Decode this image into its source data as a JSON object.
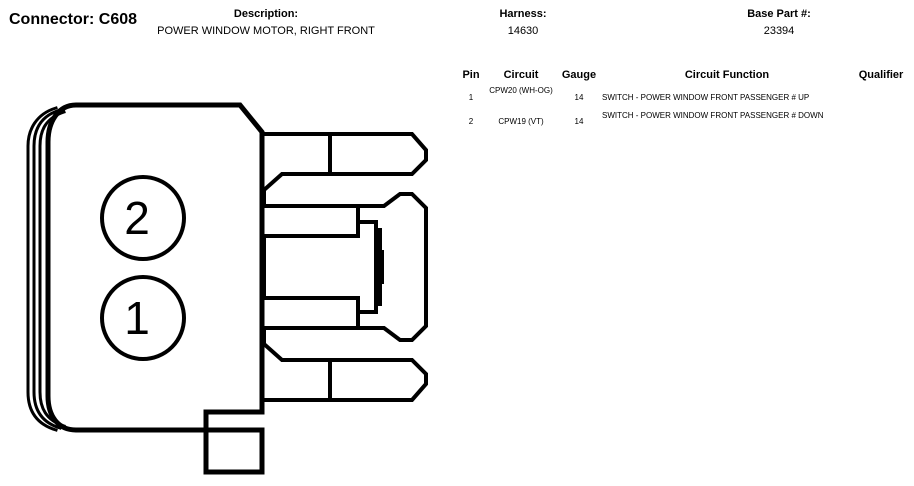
{
  "connector": {
    "title": "Connector: C608",
    "description_label": "Description:",
    "description_value": "POWER WINDOW MOTOR, RIGHT FRONT",
    "harness_label": "Harness:",
    "harness_value": "14630",
    "base_part_label": "Base Part #:",
    "base_part_value": "23394"
  },
  "table": {
    "headers": {
      "pin": "Pin",
      "circuit": "Circuit",
      "gauge": "Gauge",
      "function": "Circuit Function",
      "qualifier": "Qualifier"
    },
    "rows": [
      {
        "pin": "1",
        "circuit": "CPW20 (WH-OG)",
        "gauge": "14",
        "function": "SWITCH - POWER WINDOW FRONT PASSENGER # UP",
        "qualifier": ""
      },
      {
        "pin": "2",
        "circuit": "CPW19 (VT)",
        "gauge": "14",
        "function": "SWITCH - POWER WINDOW FRONT PASSENGER # DOWN",
        "qualifier": ""
      }
    ]
  },
  "diagram": {
    "pin_labels": [
      "2",
      "1"
    ]
  }
}
